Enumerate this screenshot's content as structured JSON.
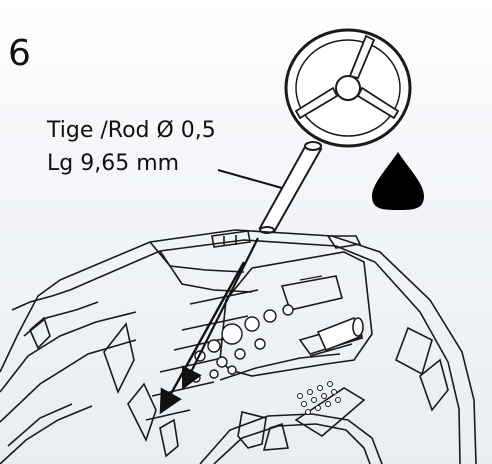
{
  "step": {
    "number": "6"
  },
  "annotation": {
    "line1": "Tige /Rod Ø 0,5",
    "line2": "Lg 9,65 mm"
  },
  "icons": {
    "wheel": "steering-wheel-icon",
    "drop": "oil-drop-icon"
  },
  "colors": {
    "line": "#1a1a1a",
    "drop": "#000000",
    "background": "#ffffff"
  }
}
